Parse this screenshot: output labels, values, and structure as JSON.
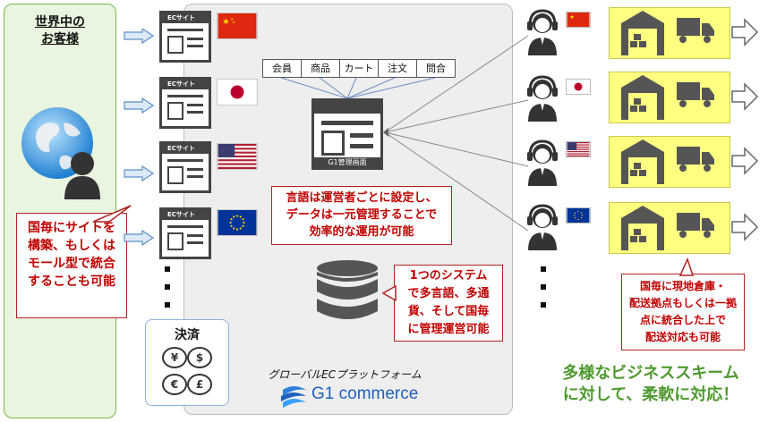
{
  "customers": {
    "label_line1": "世界中の",
    "label_line2": "お客様"
  },
  "ec_site_label": "ECサイト",
  "left_callout": [
    "国毎にサイトを",
    "構築、もしくは",
    "モール型で統合",
    "することも可能"
  ],
  "menu_tabs": [
    "会員",
    "商品",
    "カート",
    "注文",
    "問合"
  ],
  "admin_screen_label": "G1管理画面",
  "language_callout": [
    "言語は運営者ごとに設定し、",
    "データは一元管理することで",
    "効率的な運用が可能"
  ],
  "system_callout": [
    "1つのシステム",
    "で多言語、多通",
    "貨、そして国毎",
    "に管理運営可能"
  ],
  "payment": {
    "label": "決済",
    "coins": [
      "¥",
      "$",
      "€",
      "£"
    ]
  },
  "platform": {
    "label": "グローバルECプラットフォーム",
    "brand": "G1 commerce"
  },
  "warehouse_callout": [
    "国毎に現地倉庫・",
    "配送拠点もしくは一拠",
    "点に統合した上で",
    "配送対応も可能"
  ],
  "slogan": [
    "多様なビジネススキーム",
    "に対して、柔軟に対応！"
  ],
  "colors": {
    "accent_green": "#7ab648",
    "callout_red": "#c00000",
    "warehouse_yellow": "#ffff80",
    "brand_blue": "#1f5fbf"
  }
}
